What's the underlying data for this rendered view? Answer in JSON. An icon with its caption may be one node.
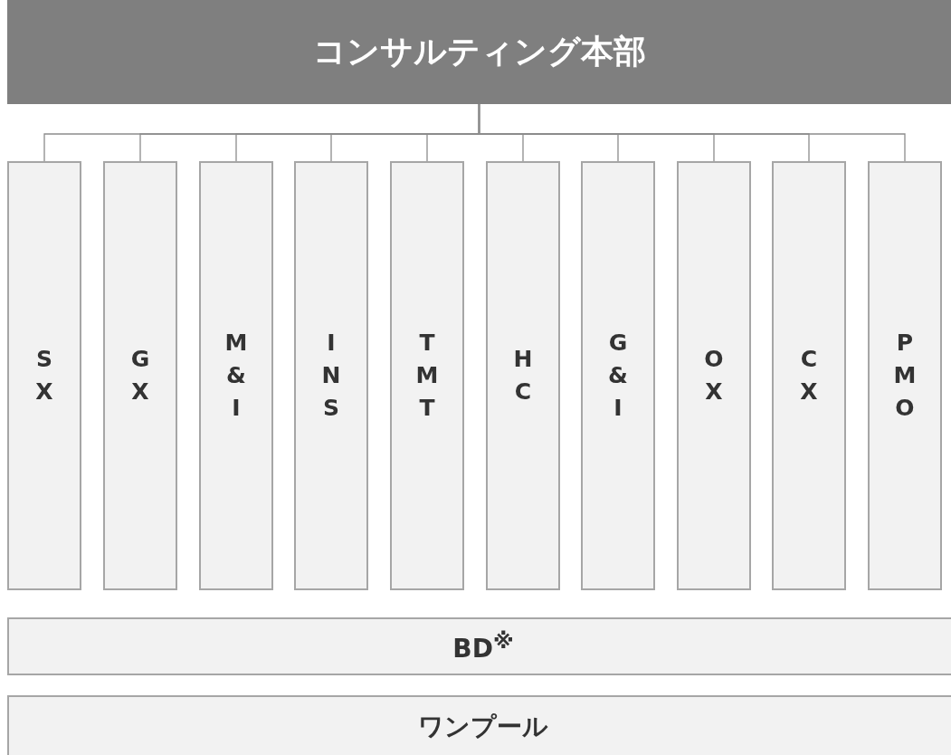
{
  "diagram": {
    "nodes": [
      {
        "text": [
          "コンサルティング本部"
        ]
      },
      {
        "text": [
          "SX"
        ]
      },
      {
        "text": [
          "GX"
        ]
      },
      {
        "text": [
          "M&I"
        ]
      },
      {
        "text": [
          "INS"
        ]
      },
      {
        "text": [
          "TMT"
        ]
      },
      {
        "text": [
          "HC"
        ]
      },
      {
        "text": [
          "G&I"
        ]
      },
      {
        "text": [
          "OX"
        ]
      },
      {
        "text": [
          "CX"
        ]
      },
      {
        "text": [
          "PMO"
        ]
      },
      {
        "text": [
          "BD$^{※}$"
        ]
      },
      {
        "text": [
          "ワンプール"
        ]
      }
    ],
    "edges": [
      {
        "from": 0,
        "to": 1,
        "arrow": "none"
      },
      {
        "from": 0,
        "to": 2,
        "arrow": "none"
      },
      {
        "from": 0,
        "to": 3,
        "arrow": "none"
      },
      {
        "from": 0,
        "to": 4,
        "arrow": "none"
      },
      {
        "from": 0,
        "to": 5,
        "arrow": "none"
      },
      {
        "from": 0,
        "to": 6,
        "arrow": "none"
      },
      {
        "from": 0,
        "to": 7,
        "arrow": "none"
      },
      {
        "from": 0,
        "to": 8,
        "arrow": "none"
      },
      {
        "from": 0,
        "to": 9,
        "arrow": "none"
      },
      {
        "from": 0,
        "to": 10,
        "arrow": "none"
      }
    ]
  }
}
